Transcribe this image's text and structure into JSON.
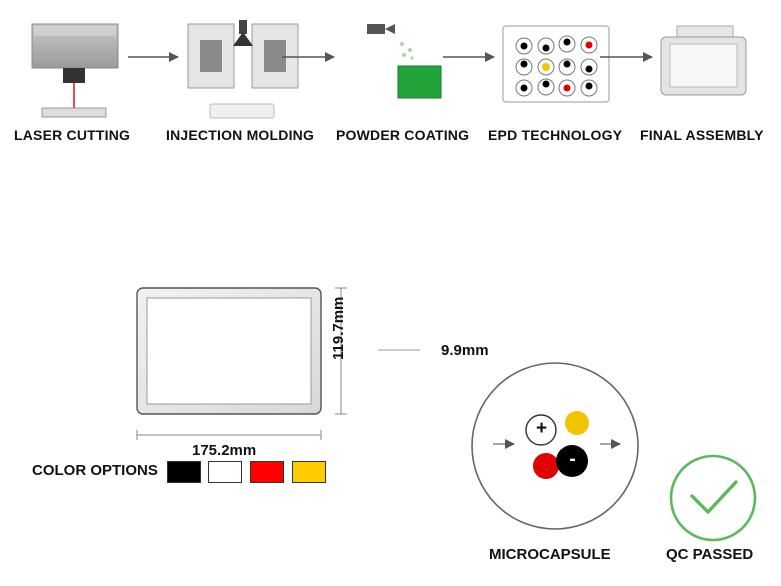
{
  "process_steps": [
    {
      "label": "LASER CUTTING"
    },
    {
      "label": "INJECTION MOLDING"
    },
    {
      "label": "POWDER COATING"
    },
    {
      "label": "EPD TECHNOLOGY"
    },
    {
      "label": "FINAL ASSEMBLY"
    }
  ],
  "dimensions": {
    "width": "175.2mm",
    "height": "119.7mm",
    "thickness": "9.9mm"
  },
  "color_options": {
    "label": "COLOR OPTIONS",
    "swatches": [
      "#000000",
      "#ffffff",
      "#ff0000",
      "#ffcc00"
    ]
  },
  "microcapsule": {
    "label": "MICROCAPSULE",
    "plus_symbol": "+",
    "minus_symbol": "-"
  },
  "qc": {
    "label": "QC PASSED",
    "color": "#5cb85c"
  },
  "colors": {
    "epd_red": "#e00000",
    "epd_yellow": "#f2c400",
    "powder_green": "#22a43a",
    "laser_red": "#e05050"
  }
}
